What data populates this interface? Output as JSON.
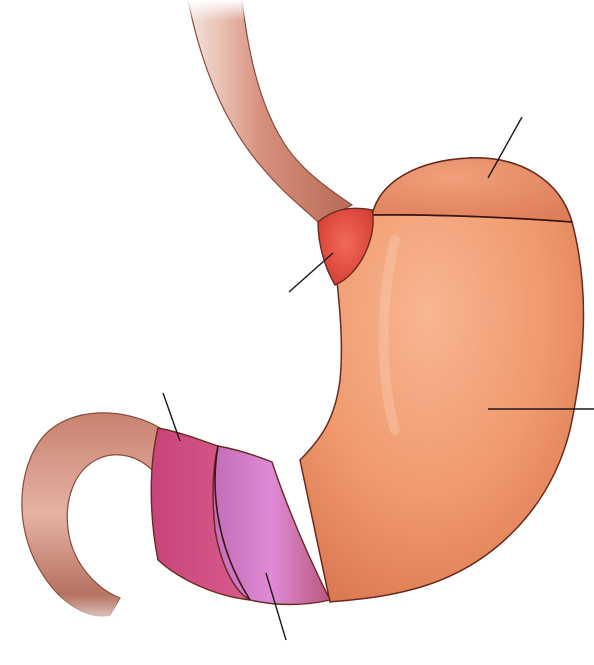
{
  "diagram": {
    "subject": "stomach",
    "regions": [
      {
        "name": "esophagus",
        "color": "#c8705a"
      },
      {
        "name": "cardia",
        "color": "#e24a3e"
      },
      {
        "name": "fundus",
        "color": "#e88a5e"
      },
      {
        "name": "body",
        "color": "#f0a074"
      },
      {
        "name": "antrum",
        "color": "#d27ac8"
      },
      {
        "name": "pylorus",
        "color": "#d0507e"
      },
      {
        "name": "duodenum",
        "color": "#c8705a"
      }
    ],
    "label_text": [
      "",
      "",
      "",
      "",
      ""
    ],
    "outline_color": "#6a2a1e",
    "leader_color": "#1a1a1a"
  }
}
